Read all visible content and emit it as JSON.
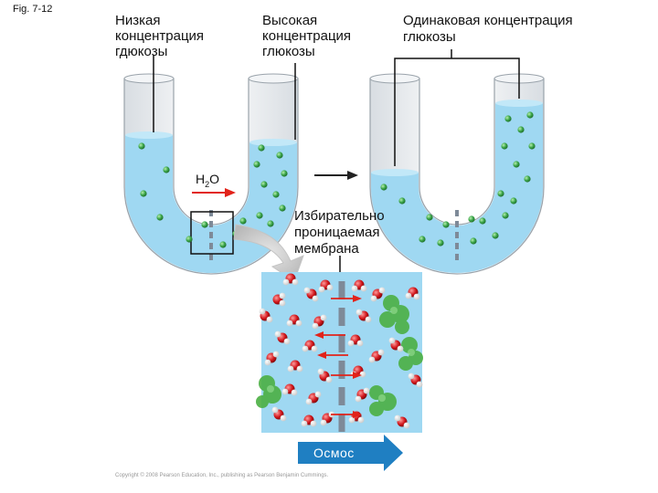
{
  "figure_label": "Fig. 7-12",
  "labels": {
    "low_concentration": "Низкая концентрация гдюкозы",
    "high_concentration": "Высокая концентрация глюкозы",
    "equal_concentration": "Одинаковая концентрация глюкозы",
    "membrane": "Избирательно проницаемая мембрана",
    "water": "H",
    "water_sub": "2",
    "water_o": "O",
    "osmosis": "Осмос"
  },
  "copyright": "Copyright © 2008 Pearson Education, Inc., publishing as Pearson Benjamin Cummings.",
  "colors": {
    "water": "#9fd8f2",
    "glucose": "#3aa54a",
    "arrow_red": "#e2231a",
    "arrow_blue": "#1f7fc2",
    "membrane": "#7e8a98"
  }
}
